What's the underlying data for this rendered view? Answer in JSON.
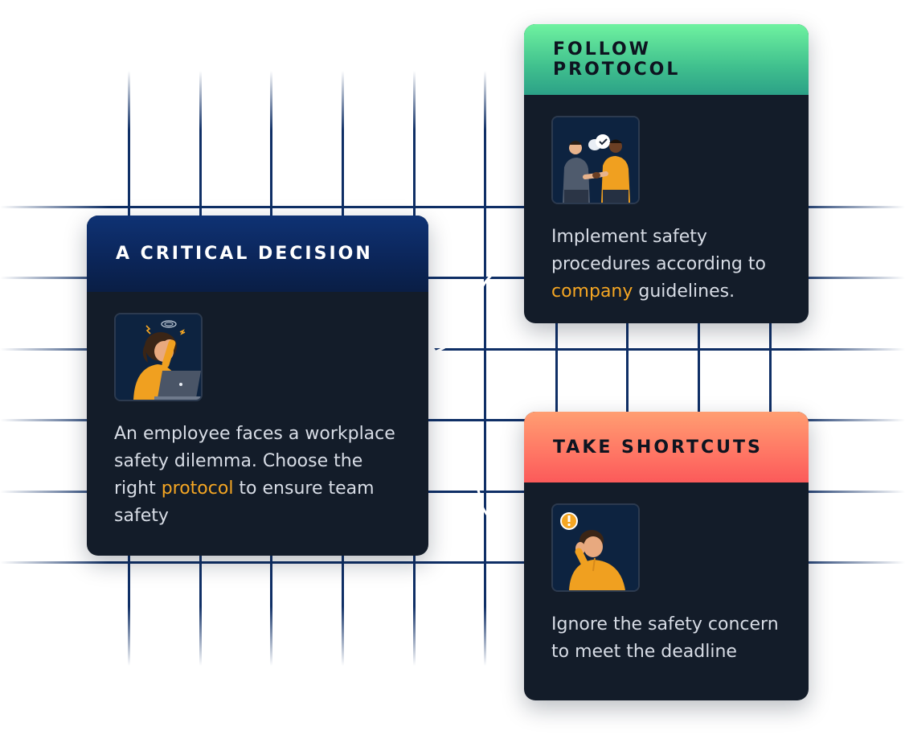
{
  "main_card": {
    "title": "A CRITICAL DECISION",
    "text_before": "An employee faces a workplace safety dilemma. Choose the right ",
    "highlight": "protocol",
    "text_after": " to ensure team safety",
    "illustration_icon": "stressed-employee-laptop-icon"
  },
  "options": [
    {
      "title": "FOLLOW PROTOCOL",
      "text_before": "Implement safety procedures according to ",
      "highlight": "company",
      "text_after": " guidelines.",
      "illustration_icon": "handshake-agreement-icon"
    },
    {
      "title": "TAKE SHORTCUTS",
      "text_before": "Ignore the safety concern to meet the deadline",
      "highlight": "",
      "text_after": "",
      "illustration_icon": "worried-employee-warning-icon"
    }
  ],
  "colors": {
    "card_bg": "#131c29",
    "accent": "#f5a623",
    "main_header": "#0b2558",
    "follow_header": "#40c08e",
    "shortcut_header": "#ff7564",
    "grid_line": "#0f2f66"
  }
}
